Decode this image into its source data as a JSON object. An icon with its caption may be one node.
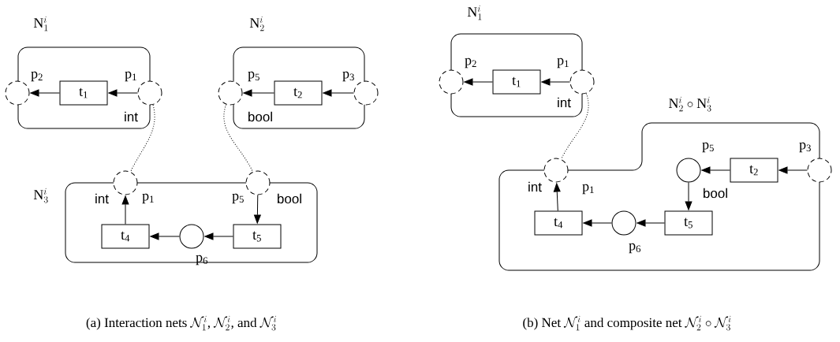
{
  "diagram": {
    "nodes": [
      {
        "text": [
          "\\mathrm{N}_1^{i}"
        ]
      },
      {
        "text": [],
        "shape": "circle",
        "beside": [
          "p$_{2}$"
        ]
      },
      {
        "text": [
          "t$_{1}$"
        ],
        "in": 0
      },
      {
        "text": [],
        "shape": "circle",
        "beside": [
          "p$_{1}$",
          "int"
        ]
      },
      {
        "text": [
          "\\mathrm{N}_2^{i}"
        ]
      },
      {
        "text": [],
        "shape": "circle",
        "beside": [
          "p$_{5}$",
          "bool"
        ]
      },
      {
        "text": [
          "t$_{2}$"
        ],
        "in": 4
      },
      {
        "text": [],
        "shape": "circle",
        "beside": [
          "p$_{3}$"
        ]
      },
      {
        "text": [
          "\\mathrm{N}_3^{i}"
        ]
      },
      {
        "text": [],
        "shape": "circle",
        "beside": [
          "int",
          "p$_{1}$"
        ]
      },
      {
        "text": [],
        "shape": "circle",
        "beside": [
          "p$_{5}$",
          "bool"
        ]
      },
      {
        "text": [
          "t$_{4}$"
        ],
        "in": 8
      },
      {
        "text": [],
        "shape": "circle",
        "in": 8,
        "beside": [
          "p$_{6}$"
        ]
      },
      {
        "text": [
          "t$_{5}$"
        ],
        "in": 8
      },
      {
        "text": [
          "\\mathrm{N}_1^{i}"
        ]
      },
      {
        "text": [],
        "shape": "circle",
        "beside": [
          "p$_{2}$"
        ]
      },
      {
        "text": [
          "t$_{1}$"
        ],
        "in": 14
      },
      {
        "text": [],
        "shape": "circle",
        "beside": [
          "p$_{1}$",
          "int"
        ]
      },
      {
        "text": [
          "\\mathrm{N}_2^{i}\\circ\\mathrm{N}_3^{i}"
        ]
      },
      {
        "text": [],
        "shape": "circle",
        "beside": [
          "int",
          "p$_{1}$"
        ]
      },
      {
        "text": [],
        "shape": "circle",
        "in": 18,
        "beside": [
          "p$_{5}$",
          "bool"
        ]
      },
      {
        "text": [
          "t$_{2}$"
        ],
        "in": 18
      },
      {
        "text": [],
        "shape": "circle",
        "beside": [
          "p$_{3}$"
        ]
      },
      {
        "text": [
          "t$_{4}$"
        ],
        "in": 18
      },
      {
        "text": [],
        "shape": "circle",
        "in": 18,
        "beside": [
          "p$_{6}$"
        ]
      },
      {
        "text": [
          "t$_{5}$"
        ],
        "in": 18
      }
    ],
    "edges": [
      {
        "from": 3,
        "to": 2,
        "arrow": "to"
      },
      {
        "from": 2,
        "to": 1,
        "arrow": "to"
      },
      {
        "from": 7,
        "to": 6,
        "arrow": "to"
      },
      {
        "from": 6,
        "to": 5,
        "arrow": "to"
      },
      {
        "from": 3,
        "to": 9,
        "arrow": "none",
        "style": "dashed"
      },
      {
        "from": 5,
        "to": 10,
        "arrow": "none",
        "style": "dashed"
      },
      {
        "from": 10,
        "to": 13,
        "arrow": "to"
      },
      {
        "from": 13,
        "to": 12,
        "arrow": "to"
      },
      {
        "from": 12,
        "to": 11,
        "arrow": "to"
      },
      {
        "from": 11,
        "to": 9,
        "arrow": "to"
      },
      {
        "from": 17,
        "to": 16,
        "arrow": "to"
      },
      {
        "from": 16,
        "to": 15,
        "arrow": "to"
      },
      {
        "from": 17,
        "to": 19,
        "arrow": "none",
        "style": "dashed"
      },
      {
        "from": 22,
        "to": 21,
        "arrow": "to"
      },
      {
        "from": 21,
        "to": 20,
        "arrow": "to"
      },
      {
        "from": 20,
        "to": 25,
        "arrow": "to"
      },
      {
        "from": 25,
        "to": 24,
        "arrow": "to"
      },
      {
        "from": 24,
        "to": 23,
        "arrow": "to"
      },
      {
        "from": 23,
        "to": 19,
        "arrow": "to"
      }
    ],
    "labels": [
      "\\mbox{(a) Interaction nets }\\mathcal{N}_1^{i}\\mbox{, }\\mathcal{N}_2^{i}\\mbox{, and }\\mathcal{N}_3^{i}",
      "\\mbox{(b) Net }\\mathcal{N}_1^{i}\\mbox{ and composite net }\\mathcal{N}_2^{i}\\circ\\mathcal{N}_3^{i}"
    ]
  }
}
